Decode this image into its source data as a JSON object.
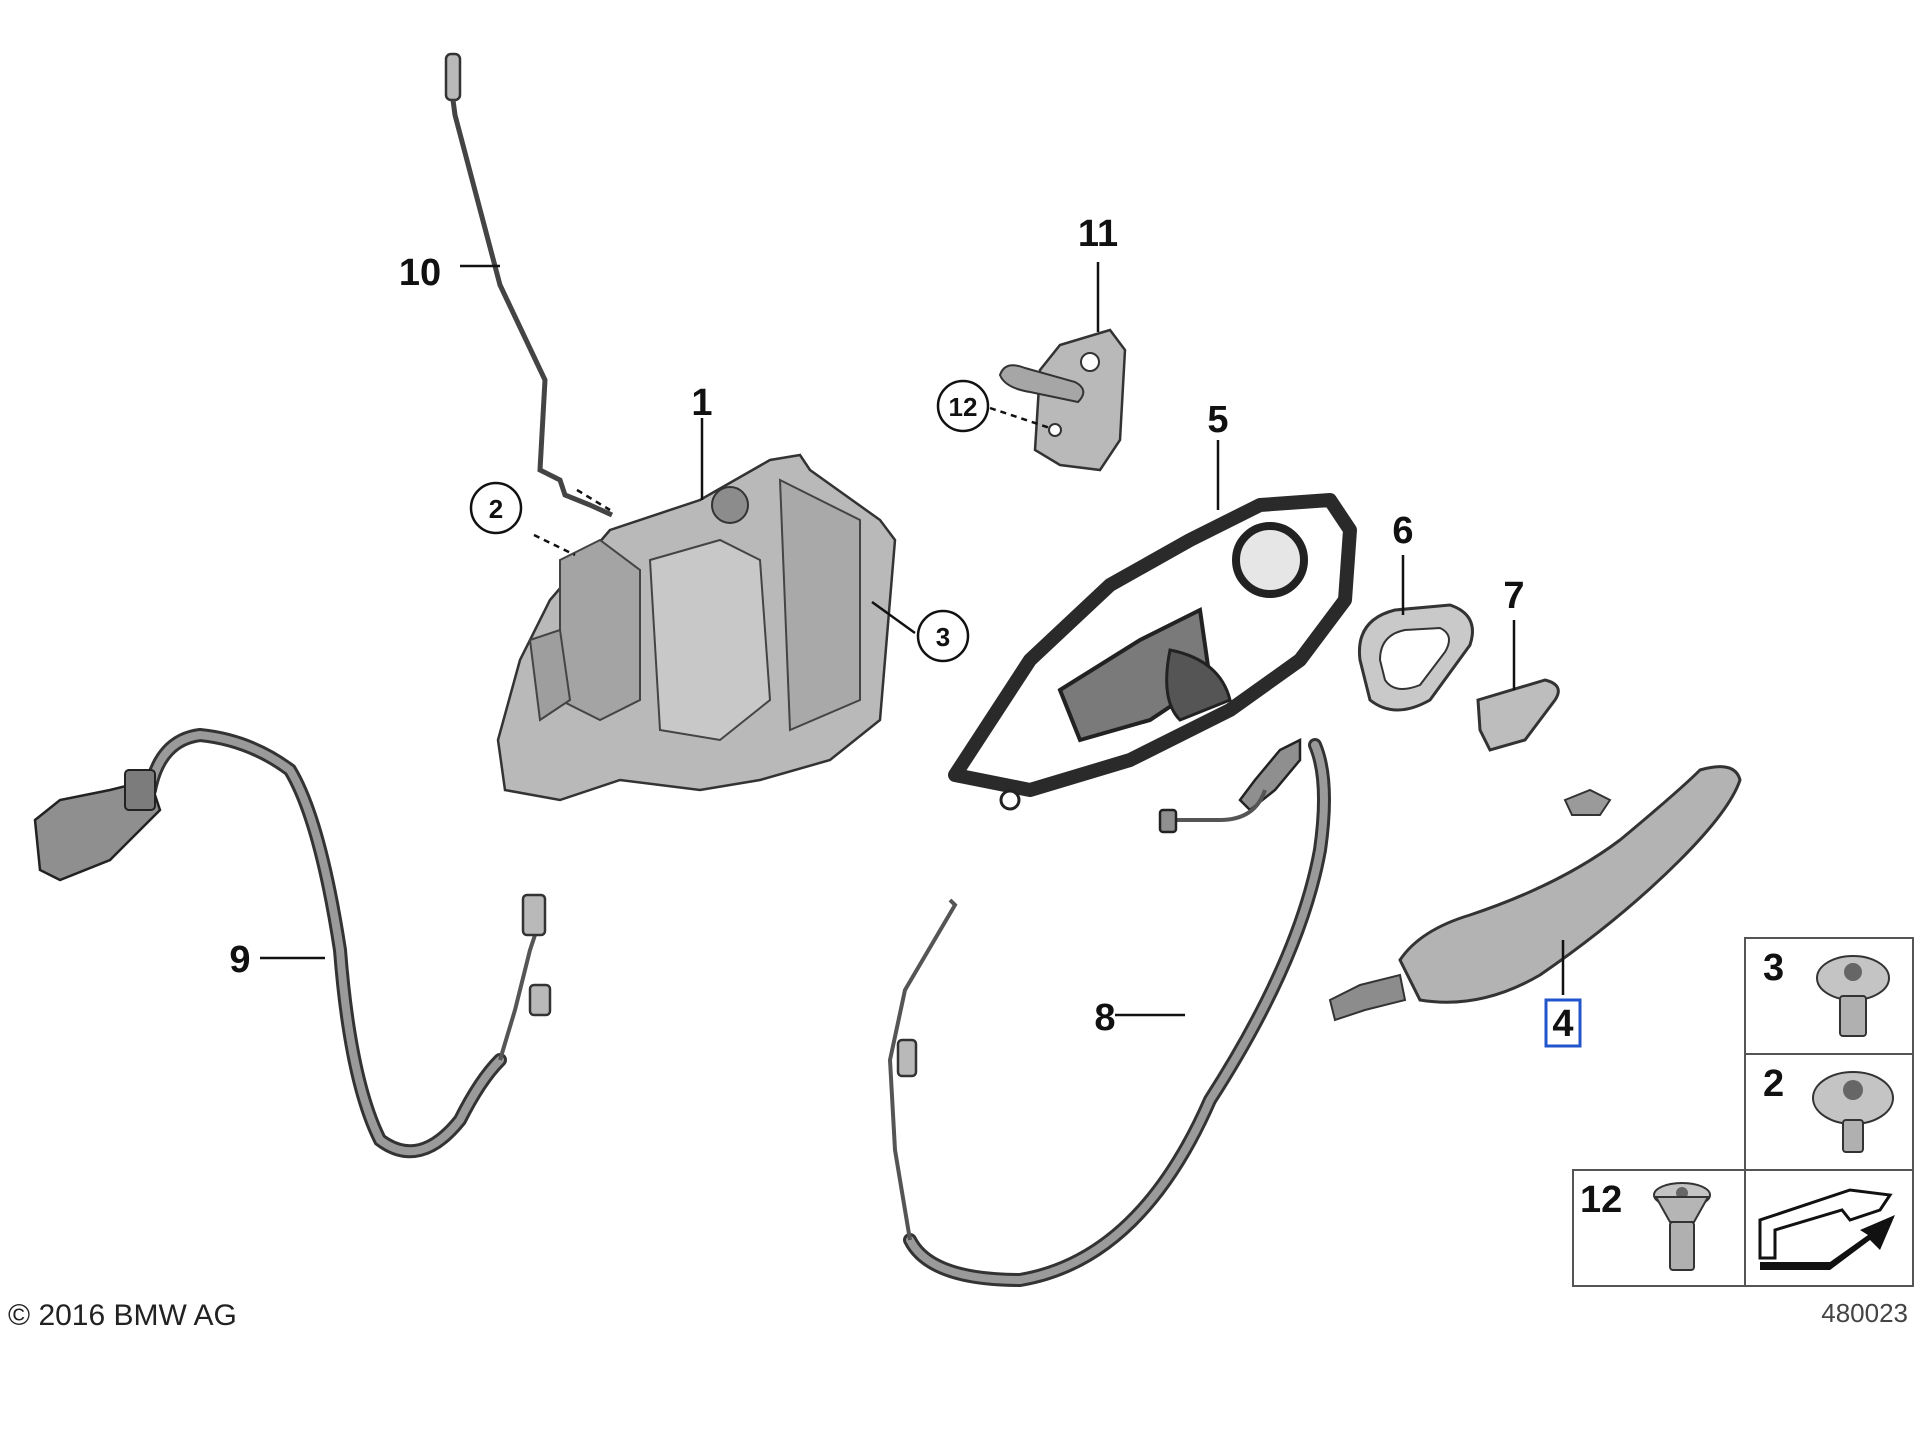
{
  "callouts": {
    "p1": "1",
    "p2": "2",
    "p3": "3",
    "p4": "4",
    "p5": "5",
    "p6": "6",
    "p7": "7",
    "p8": "8",
    "p9": "9",
    "p10": "10",
    "p11": "11",
    "p12": "12"
  },
  "legend_box": {
    "item_3": "3",
    "item_2": "2",
    "item_12": "12"
  },
  "highlight_color": "#2255cc",
  "footer": {
    "copyright": "© 2016 BMW AG",
    "diagram_number": "480023"
  }
}
